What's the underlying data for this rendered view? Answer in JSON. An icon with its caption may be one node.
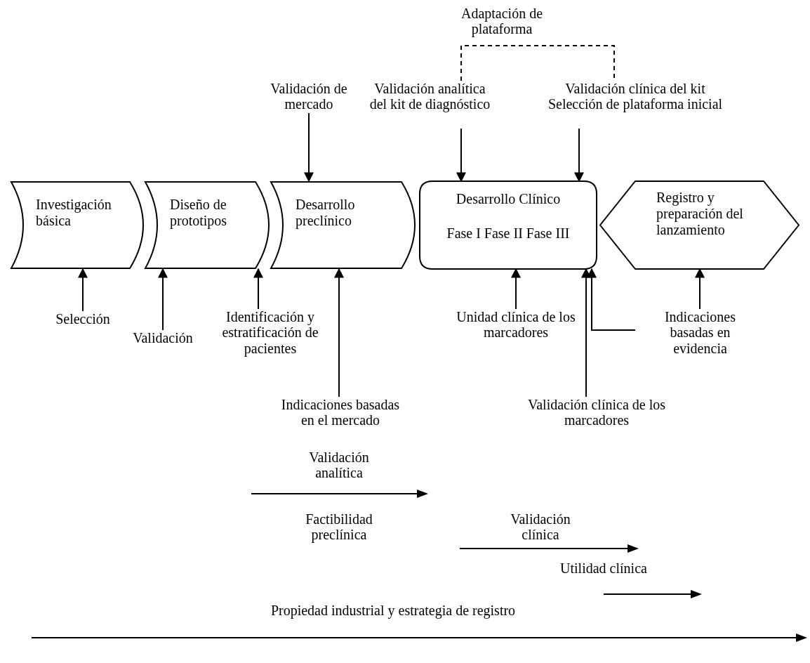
{
  "diagram": {
    "nodes": [
      {
        "text": [
          "Investigación básica"
        ]
      },
      {
        "text": [
          "Diseño de prototipos"
        ]
      },
      {
        "text": [
          "Desarrollo preclínico"
        ]
      },
      {
        "text": [
          "Desarrollo Clínico",
          "Fase I Fase II Fase III"
        ]
      },
      {
        "text": [
          "Registro y preparación del lanzamiento"
        ]
      },
      {
        "text": [
          "Validación de mercado"
        ]
      },
      {
        "text": [
          "Validación analítica del kit de diagnóstico"
        ]
      },
      {
        "text": [
          "Validación clínica del kit Selección de plataforma inicial"
        ]
      },
      {
        "text": [
          "Selección"
        ]
      },
      {
        "text": [
          "Validación"
        ]
      },
      {
        "text": [
          "Identificación y estratificación de pacientes"
        ]
      },
      {
        "text": [
          "Indicaciones basadas en el mercado"
        ]
      },
      {
        "text": [
          "Unidad clínica de los marcadores"
        ]
      },
      {
        "text": [
          "Validación clínica de los marcadores"
        ]
      },
      {
        "text": [
          "Indicaciones basadas en evidencia"
        ]
      }
    ],
    "edges": [
      {
        "from": 5,
        "to": 2,
        "arrow": "to"
      },
      {
        "from": 6,
        "to": 3,
        "arrow": "to"
      },
      {
        "from": 7,
        "to": 3,
        "arrow": "to"
      },
      {
        "from": 6,
        "to": 7,
        "arrow": "none",
        "style": "dashed"
      },
      {
        "from": 8,
        "to": 0,
        "arrow": "to"
      },
      {
        "from": 9,
        "to": 1,
        "arrow": "to"
      },
      {
        "from": 10,
        "to": 1,
        "arrow": "to"
      },
      {
        "from": 11,
        "to": 2,
        "arrow": "to"
      },
      {
        "from": 12,
        "to": 3,
        "arrow": "to"
      },
      {
        "from": 13,
        "to": 3,
        "arrow": "to"
      },
      {
        "from": null,
        "to": 3,
        "arrow": "to"
      },
      {
        "from": 14,
        "to": 4,
        "arrow": "to"
      }
    ],
    "labels": [
      "Adaptación de plataforma",
      "Validación analítica",
      "Factibilidad preclínica",
      "Validación clínica",
      "Utilidad clínica",
      "Propiedad industrial y estrategia de registro"
    ]
  }
}
